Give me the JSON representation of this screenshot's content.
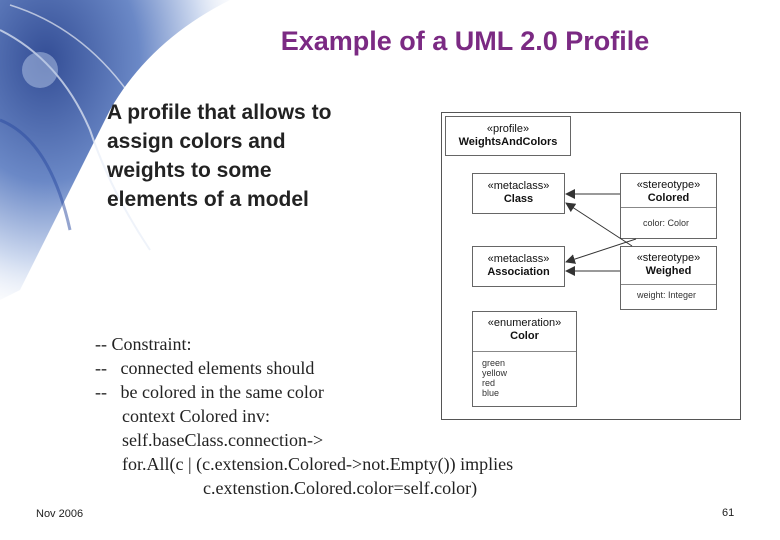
{
  "slide": {
    "title": "Example of a UML 2.0 Profile",
    "intro": [
      "A profile that allows to",
      "assign colors and",
      "weights to some",
      "elements of a model"
    ],
    "constraint": [
      "-- Constraint:",
      "--   connected elements should",
      "--   be colored in the same color",
      "      context Colored inv:",
      "      self.baseClass.connection->",
      "      for.All(c | (c.extension.Colored->not.Empty()) implies",
      "                        c.extenstion.Colored.color=self.color)"
    ],
    "footer_date": "Nov 2006",
    "page_number": "61"
  },
  "diagram": {
    "profile": {
      "stereotype": "«profile»",
      "name": "WeightsAndColors"
    },
    "class": {
      "stereotype": "«metaclass»",
      "name": "Class"
    },
    "association": {
      "stereotype": "«metaclass»",
      "name": "Association"
    },
    "colored": {
      "stereotype": "«stereotype»",
      "name": "Colored",
      "attribute": "color: Color"
    },
    "weighed": {
      "stereotype": "«stereotype»",
      "name": "Weighed",
      "attribute": "weight: Integer"
    },
    "color": {
      "stereotype": "«enumeration»",
      "name": "Color",
      "literals": [
        "green",
        "yellow",
        "red",
        "blue"
      ]
    }
  },
  "colors": {
    "title": "#7b2a83",
    "corner_blue": "#1f3f8f"
  }
}
